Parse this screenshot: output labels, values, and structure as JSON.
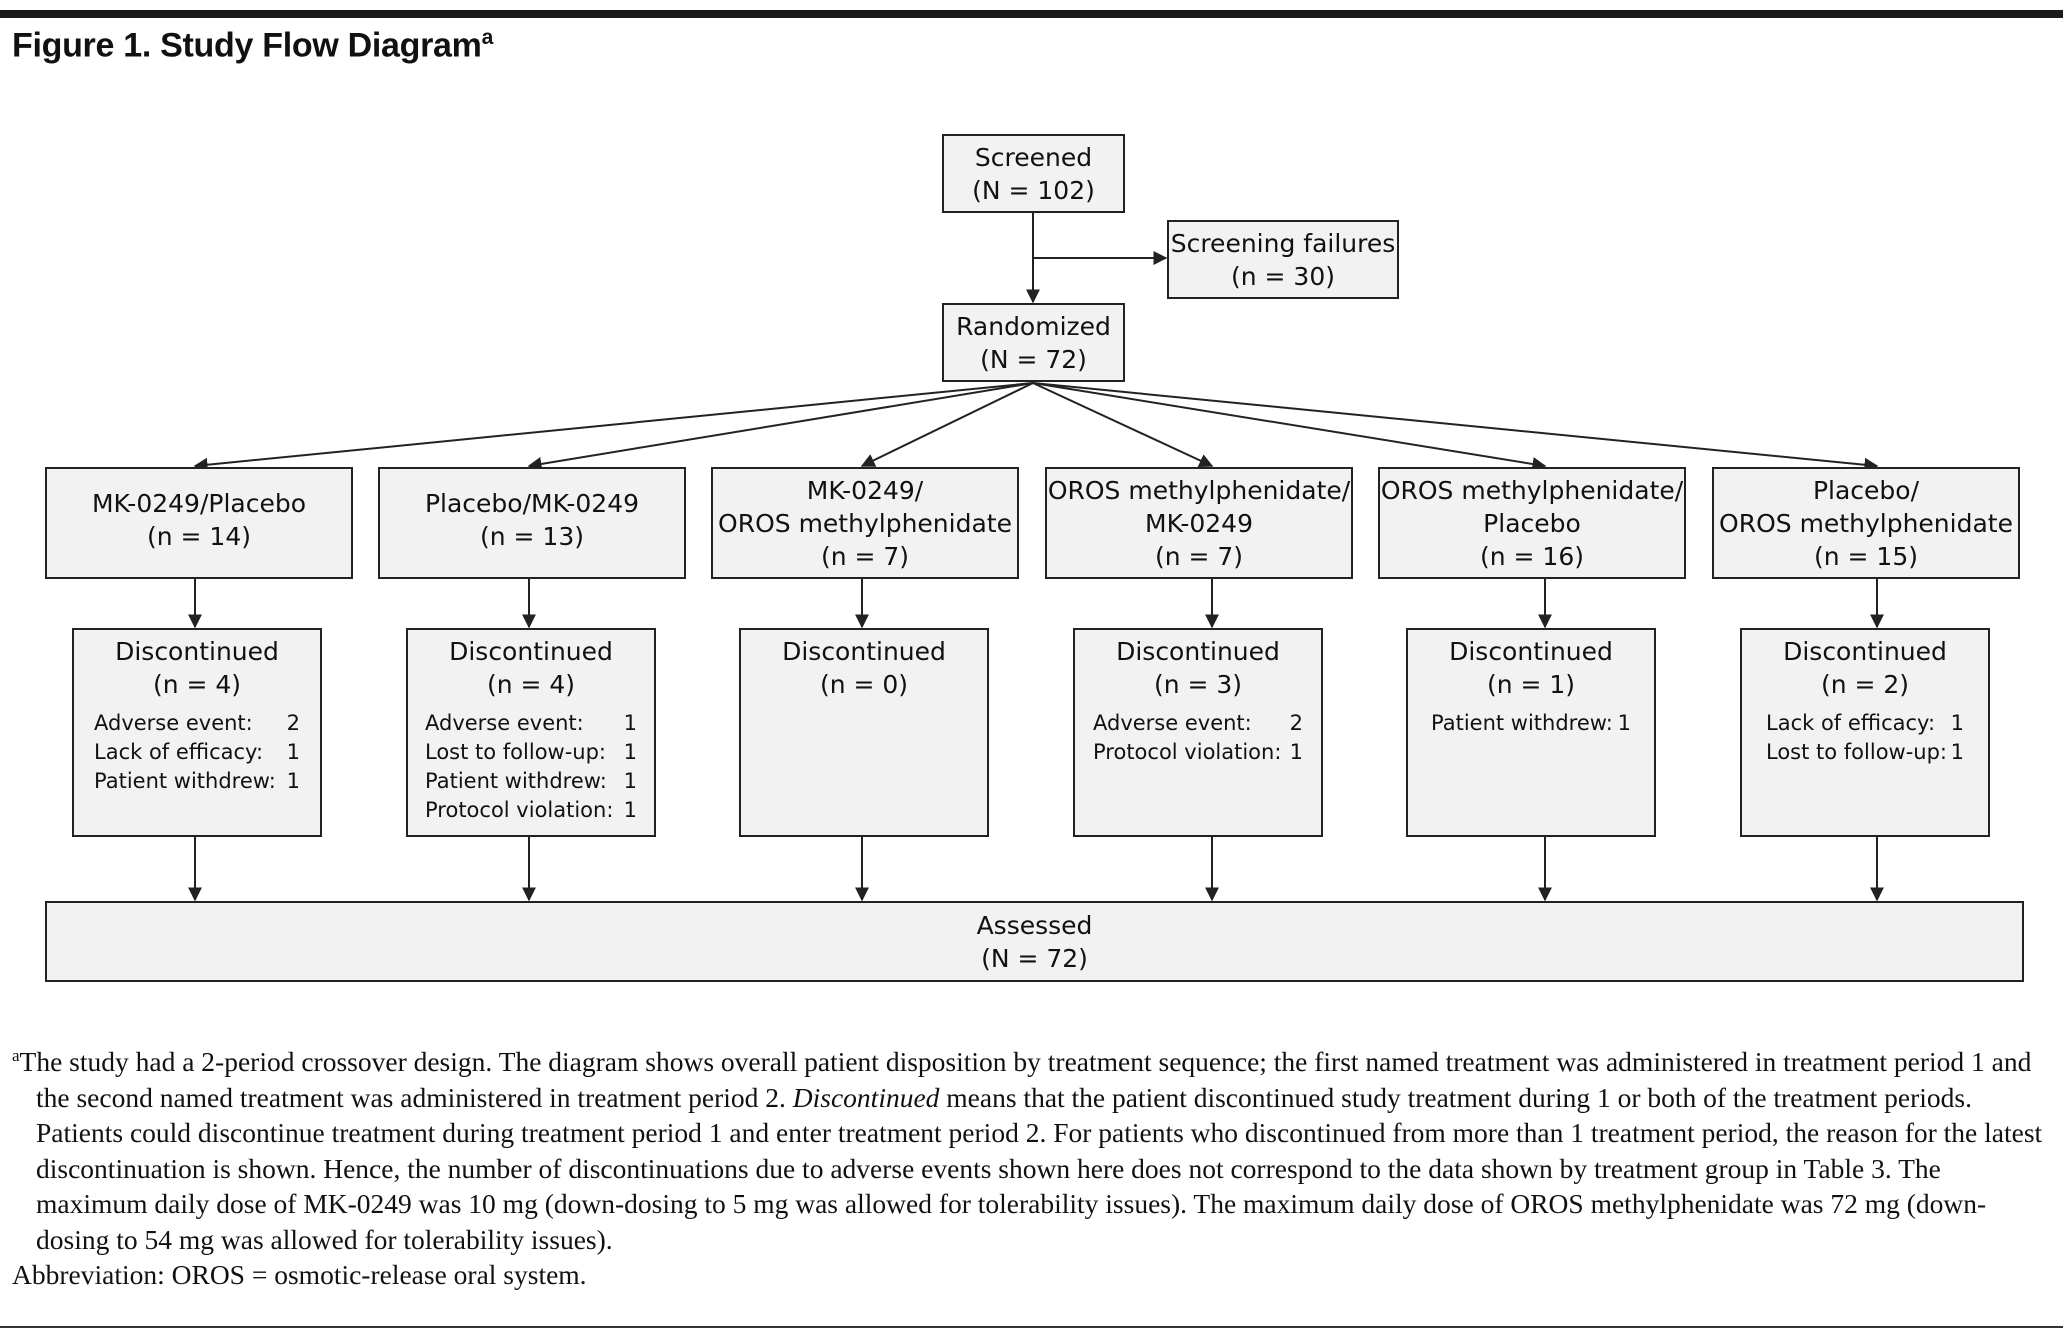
{
  "figure": {
    "title": "Figure 1. Study Flow Diagram",
    "title_marker": "a"
  },
  "nodes": {
    "screened": {
      "line1": "Screened",
      "line2": "(N = 102)"
    },
    "screening_failures": {
      "line1": "Screening failures",
      "line2": "(n = 30)"
    },
    "randomized": {
      "line1": "Randomized",
      "line2": "(N = 72)"
    },
    "assessed": {
      "line1": "Assessed",
      "line2": "(N = 72)"
    }
  },
  "arms": [
    {
      "name_lines": [
        "MK-0249/Placebo"
      ],
      "n": "(n = 14)",
      "discontinued": {
        "label": "Discontinued",
        "n": "(n = 4)",
        "reasons": [
          {
            "reason": "Adverse event:",
            "count": "2"
          },
          {
            "reason": "Lack of efficacy:",
            "count": "1"
          },
          {
            "reason": "Patient withdrew:",
            "count": "1"
          }
        ]
      }
    },
    {
      "name_lines": [
        "Placebo/MK-0249"
      ],
      "n": "(n = 13)",
      "discontinued": {
        "label": "Discontinued",
        "n": "(n = 4)",
        "reasons": [
          {
            "reason": "Adverse event:",
            "count": "1"
          },
          {
            "reason": "Lost to follow-up:",
            "count": "1"
          },
          {
            "reason": "Patient withdrew:",
            "count": "1"
          },
          {
            "reason": "Protocol violation:",
            "count": "1"
          }
        ]
      }
    },
    {
      "name_lines": [
        "MK-0249/",
        "OROS methylphenidate"
      ],
      "n": "(n = 7)",
      "discontinued": {
        "label": "Discontinued",
        "n": "(n = 0)",
        "reasons": []
      }
    },
    {
      "name_lines": [
        "OROS methylphenidate/",
        "MK-0249"
      ],
      "n": "(n = 7)",
      "discontinued": {
        "label": "Discontinued",
        "n": "(n = 3)",
        "reasons": [
          {
            "reason": "Adverse event:",
            "count": "2"
          },
          {
            "reason": "Protocol violation:",
            "count": "1"
          }
        ]
      }
    },
    {
      "name_lines": [
        "OROS methylphenidate/",
        "Placebo"
      ],
      "n": "(n = 16)",
      "discontinued": {
        "label": "Discontinued",
        "n": "(n = 1)",
        "reasons": [
          {
            "reason": "Patient withdrew:",
            "count": "1"
          }
        ]
      }
    },
    {
      "name_lines": [
        "Placebo/",
        "OROS methylphenidate"
      ],
      "n": "(n = 15)",
      "discontinued": {
        "label": "Discontinued",
        "n": "(n = 2)",
        "reasons": [
          {
            "reason": "Lack of efficacy:",
            "count": "1"
          },
          {
            "reason": "Lost to follow-up:",
            "count": "1"
          }
        ]
      }
    }
  ],
  "footnote": {
    "marker": "a",
    "text_before_italic": "The study had a 2-period crossover design. The diagram shows overall patient disposition by treatment sequence; the first named treatment was administered in treatment period 1 and the second named treatment was administered in treatment period 2. ",
    "italic_term": "Discontinued",
    "text_after_italic": " means that the patient discontinued study treatment during 1 or both of the treatment periods. Patients could discontinue treatment during treatment period 1 and enter treatment period 2. For patients who discontinued from more than 1 treatment period, the reason for the latest discontinuation is shown. Hence, the number of discontinuations due to adverse events shown here does not correspond to the data shown by treatment group in Table 3. The maximum daily dose of MK-0249 was 10 mg (down-dosing to 5 mg was allowed for tolerability issues). The maximum daily dose of OROS methylphenidate was 72 mg (down-dosing to 54 mg was allowed for tolerability issues).",
    "abbreviation": "Abbreviation: OROS = osmotic-release oral system."
  }
}
